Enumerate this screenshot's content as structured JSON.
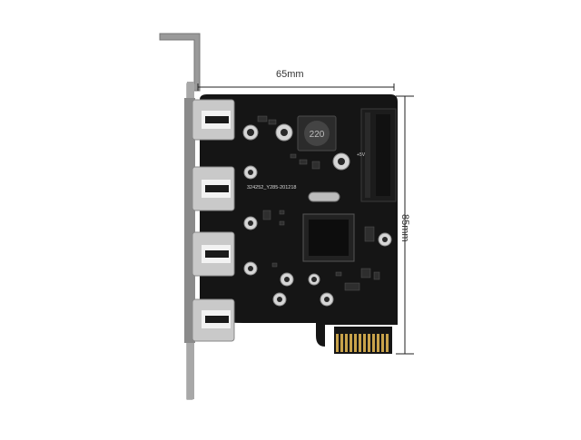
{
  "dimensions": {
    "width_label": "65mm",
    "height_label": "85mm"
  },
  "board": {
    "silkscreen_code": "324252_Y285-201218",
    "inductor_marking": "220",
    "power_label": "+5V"
  },
  "colors": {
    "pcb": "#151515",
    "bracket": "#9a9a9a",
    "usb_shell": "#c9c9c9",
    "usb_tongue": "#1a1a1a",
    "gold_contacts": "#c8a24a",
    "dimension_line": "#222222"
  }
}
